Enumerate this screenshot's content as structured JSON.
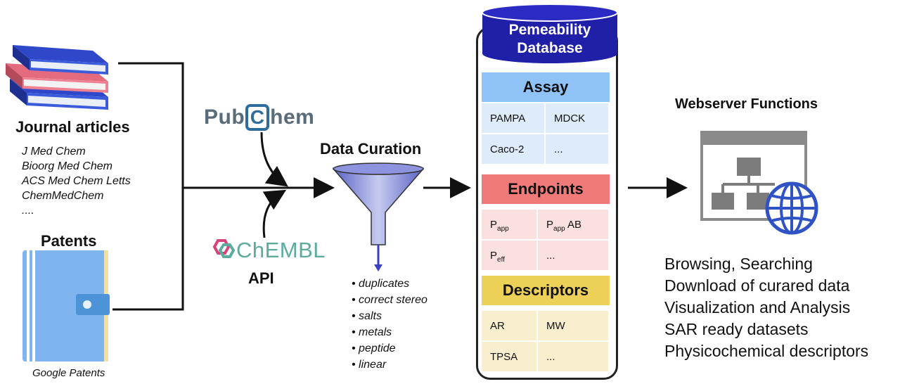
{
  "sources": {
    "journals_title": "Journal articles",
    "journals": [
      "J Med Chem",
      "Bioorg Med Chem",
      "ACS Med Chem Letts",
      "ChemMedChem",
      "...."
    ],
    "patents_title": "Patents",
    "patents_source": "Google Patents"
  },
  "api": {
    "pubchem_left": "Pub",
    "pubchem_c": "C",
    "pubchem_right": "hem",
    "chembl": "ChEMBL",
    "label": "API"
  },
  "curation": {
    "title": "Data Curation",
    "steps": [
      "duplicates",
      "correct stereo",
      "salts",
      "metals",
      "peptide",
      "linear"
    ]
  },
  "database": {
    "title_line1": "Pemeability",
    "title_line2": "Database",
    "sections": [
      {
        "title": "Assay",
        "cells": [
          "PAMPA",
          "MDCK",
          "Caco-2",
          "..."
        ],
        "head_color": "#8fc3f7",
        "cell_color": "#ddebfb"
      },
      {
        "title": "Endpoints",
        "cells": [
          "Papp",
          "Papp AB",
          "Peff",
          "..."
        ],
        "head_color": "#f07a7a",
        "cell_color": "#fbe0e0"
      },
      {
        "title": "Descriptors",
        "cells": [
          "AR",
          "MW",
          "TPSA",
          "..."
        ],
        "head_color": "#ecd057",
        "cell_color": "#f9efcf"
      }
    ],
    "cylinder_color": "#1f1fa8"
  },
  "webserver": {
    "title": "Webserver Functions",
    "functions": [
      "Browsing, Searching",
      "Download of curared data",
      "Visualization and Analysis",
      "SAR ready datasets",
      "Physicochemical descriptors"
    ]
  },
  "icons": [
    "books-icon",
    "notebook-icon",
    "funnel-icon",
    "web-hierarchy-icon",
    "globe-icon"
  ]
}
